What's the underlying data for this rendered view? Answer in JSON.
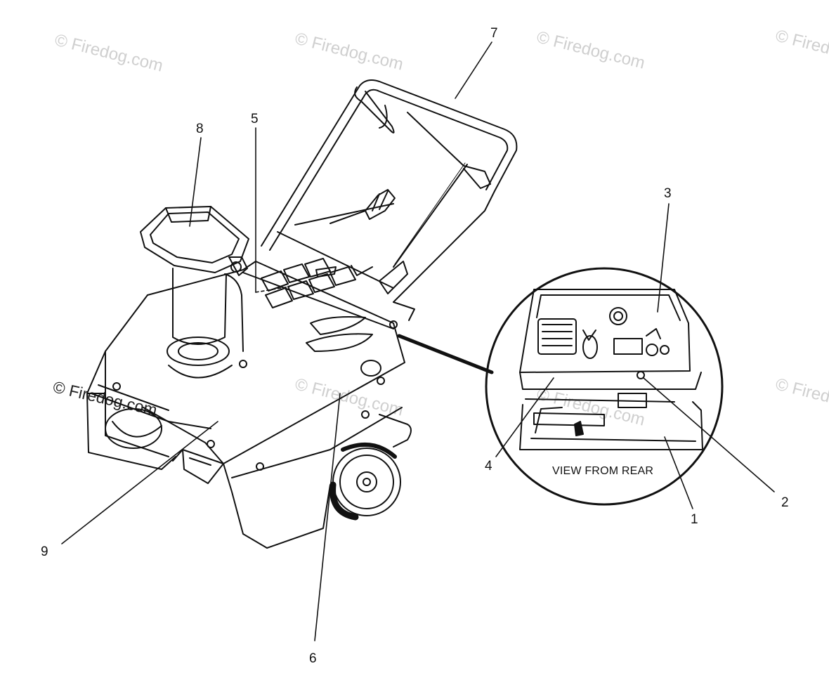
{
  "watermark": {
    "text": "© Firedog.com"
  },
  "callouts": [
    {
      "id": "1",
      "label": "1"
    },
    {
      "id": "2",
      "label": "2"
    },
    {
      "id": "3",
      "label": "3"
    },
    {
      "id": "4",
      "label": "4"
    },
    {
      "id": "5",
      "label": "5"
    },
    {
      "id": "6",
      "label": "6"
    },
    {
      "id": "7",
      "label": "7"
    },
    {
      "id": "8",
      "label": "8"
    },
    {
      "id": "9",
      "label": "9"
    }
  ],
  "inset": {
    "caption": "VIEW FROM REAR"
  },
  "colors": {
    "line": "#111111",
    "watermark": "#cfcfcf",
    "background": "#ffffff"
  }
}
